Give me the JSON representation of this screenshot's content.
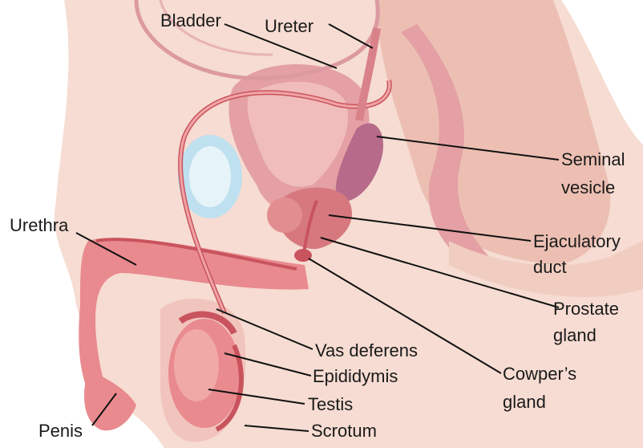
{
  "labels": {
    "bladder": "Bladder",
    "ureter": "Ureter",
    "seminal_vesicle": [
      "Seminal",
      "vesicle"
    ],
    "urethra": "Urethra",
    "ejaculatory_duct": [
      "Ejaculatory",
      "duct"
    ],
    "prostate_gland": [
      "Prostate",
      "gland"
    ],
    "vas_deferens": "Vas deferens",
    "epididymis": "Epididymis",
    "cowpers_gland": [
      "Cowper’s",
      "gland"
    ],
    "testis": "Testis",
    "penis": "Penis",
    "scrotum": "Scrotum"
  },
  "colors": {
    "skin": "#f6dcd2",
    "skin_shadow": "#ecbfb2",
    "organ": "#e98a8e",
    "organ_dark": "#c9545e",
    "bladder_fill": "#e4a0a4",
    "vesicle": "#b76a8a",
    "blue": "#bfe0ef",
    "leader": "#111111"
  }
}
